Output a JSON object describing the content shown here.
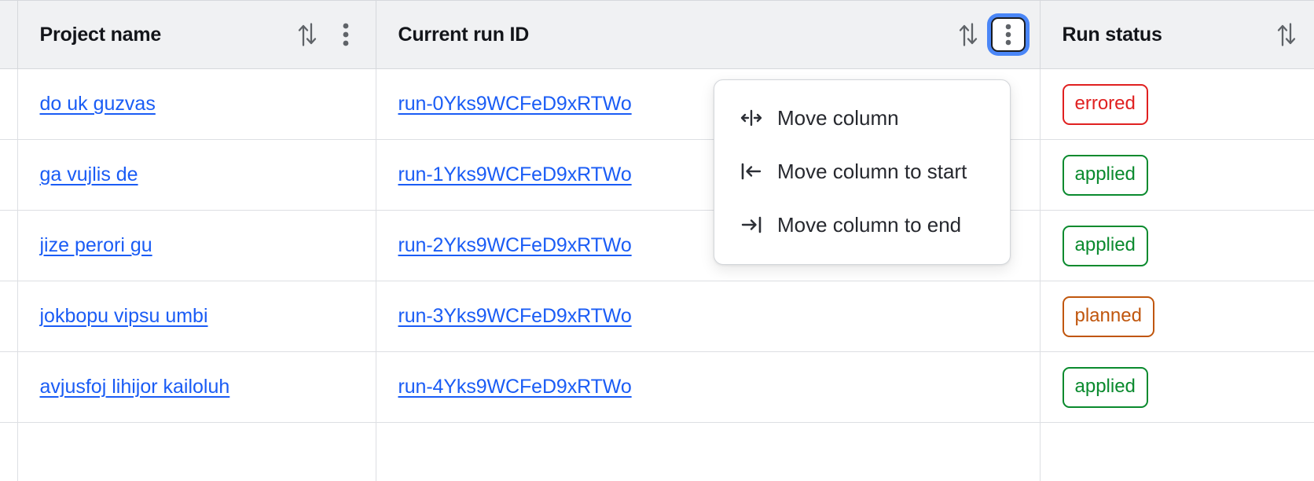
{
  "table": {
    "columns": [
      {
        "key": "gutter",
        "label": "",
        "has_sort": false,
        "has_menu": false
      },
      {
        "key": "project_name",
        "label": "Project name",
        "has_sort": true,
        "has_menu": true,
        "menu_active": false,
        "sort_icon": "sort-updown-icon",
        "menu_icon": "kebab-menu-icon"
      },
      {
        "key": "current_run_id",
        "label": "Current run ID",
        "has_sort": true,
        "has_menu": true,
        "menu_active": true,
        "sort_icon": "sort-updown-icon",
        "menu_icon": "kebab-menu-icon"
      },
      {
        "key": "run_status",
        "label": "Run status",
        "has_sort": true,
        "has_menu": false,
        "sort_icon": "sort-updown-icon"
      }
    ],
    "rows": [
      {
        "project_name": "do uk guzvas",
        "current_run_id": "run-0Yks9WCFeD9xRTWo",
        "run_status": "errored",
        "status_kind": "errored"
      },
      {
        "project_name": "ga vujlis de",
        "current_run_id": "run-1Yks9WCFeD9xRTWo",
        "run_status": "applied",
        "status_kind": "applied"
      },
      {
        "project_name": "jize perori gu",
        "current_run_id": "run-2Yks9WCFeD9xRTWo",
        "run_status": "applied",
        "status_kind": "applied"
      },
      {
        "project_name": "jokbopu vipsu umbi",
        "current_run_id": "run-3Yks9WCFeD9xRTWo",
        "run_status": "planned",
        "status_kind": "planned"
      },
      {
        "project_name": "avjusfoj lihijor kailoluh",
        "current_run_id": "run-4Yks9WCFeD9xRTWo",
        "run_status": "applied",
        "status_kind": "applied"
      }
    ]
  },
  "column_menu": {
    "open_for_column": "Current run ID",
    "items": [
      {
        "label": "Move column",
        "icon": "move-column-icon"
      },
      {
        "label": "Move column to start",
        "icon": "move-column-to-start-icon"
      },
      {
        "label": "Move column to end",
        "icon": "move-column-to-end-icon"
      }
    ]
  },
  "colors": {
    "link": "#1a5cf5",
    "header_bg": "#f0f1f3",
    "border": "#d6d8dc",
    "focus_ring": "#4a86f7",
    "status_errored": "#e02020",
    "status_applied": "#0a8a2e",
    "status_planned": "#c0560d"
  }
}
